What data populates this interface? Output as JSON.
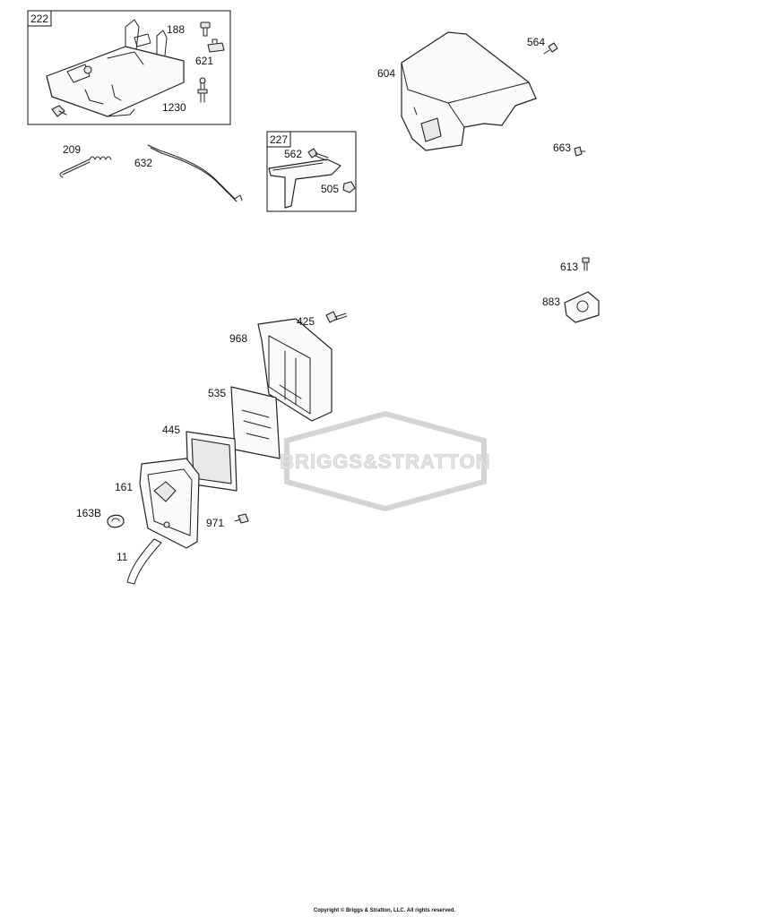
{
  "groups": [
    {
      "id": "grp-222",
      "label": "222"
    },
    {
      "id": "grp-227",
      "label": "227"
    }
  ],
  "callouts": [
    {
      "id": "c-188",
      "text": "188"
    },
    {
      "id": "c-621",
      "text": "621"
    },
    {
      "id": "c-1230",
      "text": "1230"
    },
    {
      "id": "c-209",
      "text": "209"
    },
    {
      "id": "c-632",
      "text": "632"
    },
    {
      "id": "c-562",
      "text": "562"
    },
    {
      "id": "c-505",
      "text": "505"
    },
    {
      "id": "c-564",
      "text": "564"
    },
    {
      "id": "c-604",
      "text": "604"
    },
    {
      "id": "c-663",
      "text": "663"
    },
    {
      "id": "c-613",
      "text": "613"
    },
    {
      "id": "c-883",
      "text": "883"
    },
    {
      "id": "c-425",
      "text": "425"
    },
    {
      "id": "c-968",
      "text": "968"
    },
    {
      "id": "c-535",
      "text": "535"
    },
    {
      "id": "c-445",
      "text": "445"
    },
    {
      "id": "c-161",
      "text": "161"
    },
    {
      "id": "c-163B",
      "text": "163B"
    },
    {
      "id": "c-971",
      "text": "971"
    },
    {
      "id": "c-11",
      "text": "11"
    }
  ],
  "watermark": "BRIGGS&STRATTON",
  "copyright": "Copyright © Briggs & Stratton, LLC. All rights reserved."
}
